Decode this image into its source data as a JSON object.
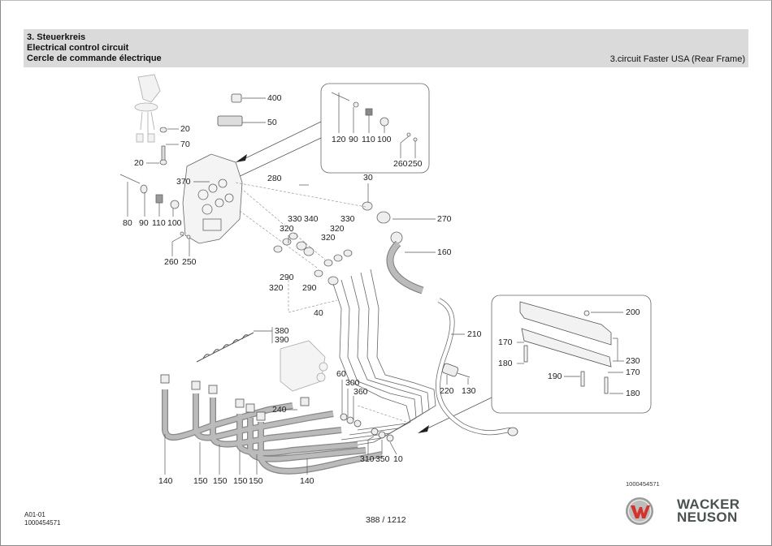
{
  "header": {
    "line1": "3. Steuerkreis",
    "line2": "Electrical control circuit",
    "line3": "Cercle de commande électrique",
    "right": "3.circuit Faster USA (Rear Frame)"
  },
  "callouts": [
    {
      "id": "c400",
      "text": "400"
    },
    {
      "id": "c50",
      "text": "50"
    },
    {
      "id": "c20a",
      "text": "20"
    },
    {
      "id": "c70",
      "text": "70"
    },
    {
      "id": "c20b",
      "text": "20"
    },
    {
      "id": "c370",
      "text": "370"
    },
    {
      "id": "c280",
      "text": "280"
    },
    {
      "id": "c80",
      "text": "80"
    },
    {
      "id": "c90a",
      "text": "90"
    },
    {
      "id": "c110a",
      "text": "110"
    },
    {
      "id": "c100a",
      "text": "100"
    },
    {
      "id": "c260a",
      "text": "260"
    },
    {
      "id": "c250a",
      "text": "250"
    },
    {
      "id": "c120",
      "text": "120"
    },
    {
      "id": "c90b",
      "text": "90"
    },
    {
      "id": "c110b",
      "text": "110"
    },
    {
      "id": "c100b",
      "text": "100"
    },
    {
      "id": "c260b",
      "text": "260"
    },
    {
      "id": "c250b",
      "text": "250"
    },
    {
      "id": "c30",
      "text": "30"
    },
    {
      "id": "c270",
      "text": "270"
    },
    {
      "id": "c160",
      "text": "160"
    },
    {
      "id": "c330a",
      "text": "330"
    },
    {
      "id": "c340",
      "text": "340"
    },
    {
      "id": "c320a",
      "text": "320"
    },
    {
      "id": "c330b",
      "text": "330"
    },
    {
      "id": "c320b",
      "text": "320"
    },
    {
      "id": "c320c",
      "text": "320"
    },
    {
      "id": "c290a",
      "text": "290"
    },
    {
      "id": "c320d",
      "text": "320"
    },
    {
      "id": "c290b",
      "text": "290"
    },
    {
      "id": "c40",
      "text": "40"
    },
    {
      "id": "c380",
      "text": "380"
    },
    {
      "id": "c390",
      "text": "390"
    },
    {
      "id": "c210",
      "text": "210"
    },
    {
      "id": "c220",
      "text": "220"
    },
    {
      "id": "c130",
      "text": "130"
    },
    {
      "id": "c60",
      "text": "60"
    },
    {
      "id": "c300",
      "text": "300"
    },
    {
      "id": "c360",
      "text": "360"
    },
    {
      "id": "c240",
      "text": "240"
    },
    {
      "id": "c310",
      "text": "310"
    },
    {
      "id": "c350",
      "text": "350"
    },
    {
      "id": "c10",
      "text": "10"
    },
    {
      "id": "c140a",
      "text": "140"
    },
    {
      "id": "c150a",
      "text": "150"
    },
    {
      "id": "c150b",
      "text": "150"
    },
    {
      "id": "c150c",
      "text": "150"
    },
    {
      "id": "c150d",
      "text": "150"
    },
    {
      "id": "c140b",
      "text": "140"
    },
    {
      "id": "c200",
      "text": "200"
    },
    {
      "id": "c170a",
      "text": "170"
    },
    {
      "id": "c230",
      "text": "230"
    },
    {
      "id": "c180a",
      "text": "180"
    },
    {
      "id": "c190",
      "text": "190"
    },
    {
      "id": "c170b",
      "text": "170"
    },
    {
      "id": "c180b",
      "text": "180"
    }
  ],
  "drawing_number": "1000454571",
  "footer": {
    "code": "A01-01",
    "doc_number": "1000454571",
    "page": "388 / 1212"
  },
  "logo": {
    "line1": "WACKER",
    "line2": "NEUSON",
    "mark_icon": "wacker-neuson-w-icon",
    "colors": {
      "red": "#d4322c",
      "grey": "#4a5250"
    }
  }
}
